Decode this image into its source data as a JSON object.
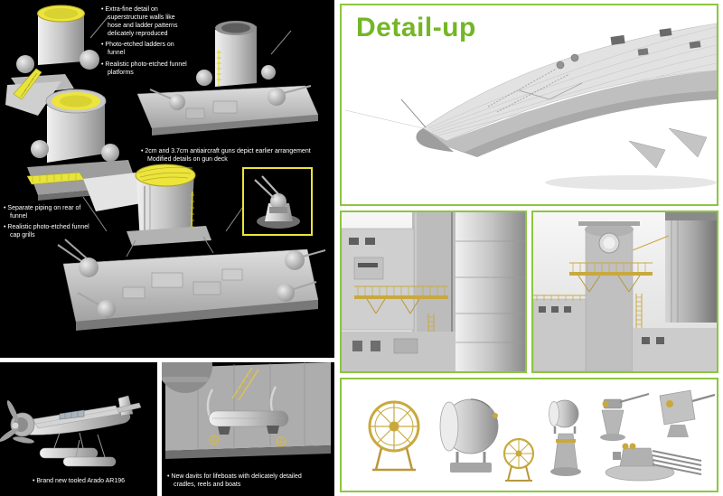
{
  "colors": {
    "accent-green": "#74b626",
    "panel-border-green": "#8cc63f",
    "pe-yellow": "#ede43c",
    "pe-gold": "#c9a93e",
    "panel-black": "#000000"
  },
  "superstructure_panel": {
    "notes_top": [
      "• Extra-fine detail on superstructure walls like hose and ladder patterns delicately reproduced",
      "• Photo-etched ladders on funnel",
      "• Realistic photo-etched funnel platforms"
    ],
    "note_guns": "• 2cm and 3.7cm antiaircraft guns depict earlier arrangement\nModified details on gun deck",
    "notes_side": [
      "• Separate piping on rear of funnel",
      "• Realistic photo-etched funnel cap grills"
    ]
  },
  "plane_panel": {
    "caption": "• Brand new tooled Arado AR196"
  },
  "davits_panel": {
    "caption": "• New davits for lifeboats with delicately detailed cradles, reels and boats"
  },
  "detailup_panel": {
    "title": "Detail-up"
  }
}
